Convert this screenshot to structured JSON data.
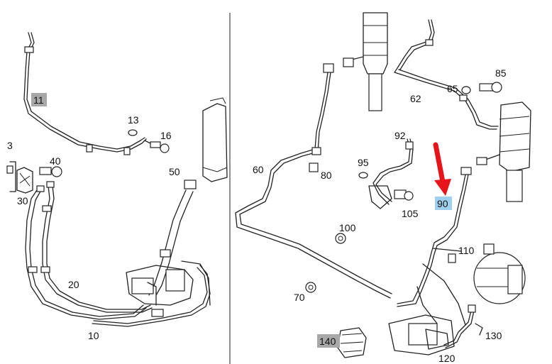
{
  "labels": {
    "l11": "11",
    "l13": "13",
    "l16": "16",
    "l40": "40",
    "l50": "50",
    "l30": "30",
    "l20": "20",
    "l10": "10",
    "l3": "3",
    "l60": "60",
    "l80": "80",
    "l62": "62",
    "l65": "65",
    "l85": "85",
    "l92": "92",
    "l95": "95",
    "l105": "105",
    "l90": "90",
    "l100": "100",
    "l110": "110",
    "l70": "70",
    "l130": "130",
    "l120": "120",
    "l140": "140"
  },
  "colors": {
    "highlight_gray": "#a8a8a8",
    "highlight_blue": "#9fd0f0",
    "arrow_red": "#e8141b",
    "line": "#222222"
  }
}
